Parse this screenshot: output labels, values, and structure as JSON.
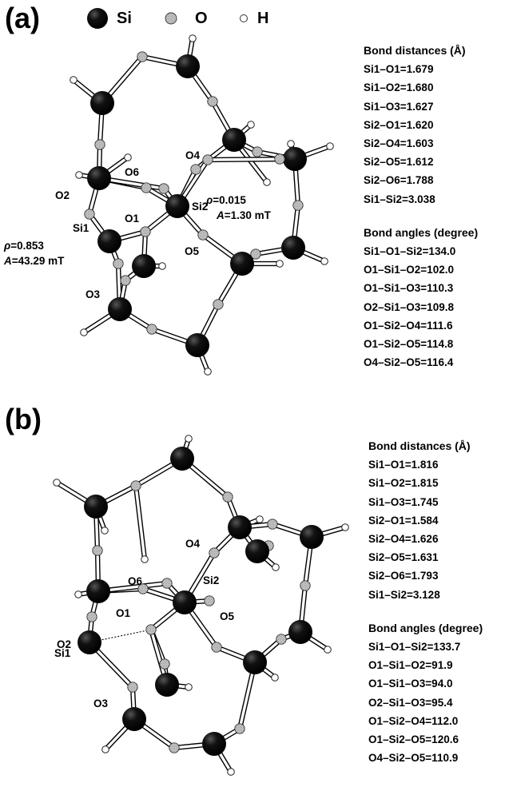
{
  "panel_a": {
    "label": "(a)",
    "legend": [
      {
        "symbol": "Si",
        "icon": "si-atom-icon"
      },
      {
        "symbol": "O",
        "icon": "o-atom-icon"
      },
      {
        "symbol": "H",
        "icon": "h-atom-icon"
      }
    ],
    "atom_labels": {
      "si1": "Si1",
      "si2": "Si2",
      "o1": "O1",
      "o2": "O2",
      "o3": "O3",
      "o4": "O4",
      "o5": "O5",
      "o6": "O6"
    },
    "spin_si1": {
      "rho_sym": "ρ",
      "rho_val": "=0.853",
      "a_sym": "A",
      "a_val": "=43.29 mT"
    },
    "spin_si2": {
      "rho_sym": "ρ",
      "rho_val": "=0.015",
      "a_sym": "A",
      "a_val": "=1.30 mT"
    },
    "bond_distances_title": "Bond distances (Å)",
    "bond_distances": [
      "Si1–O1=1.679",
      "Si1–O2=1.680",
      "Si1–O3=1.627",
      "Si2–O1=1.620",
      "Si2–O4=1.603",
      "Si2–O5=1.612",
      "Si2–O6=1.788",
      "Si1–Si2=3.038"
    ],
    "bond_angles_title": "Bond angles (degree)",
    "bond_angles": [
      "Si1–O1–Si2=134.0",
      "O1–Si1–O2=102.0",
      "O1–Si1–O3=110.3",
      "O2–Si1–O3=109.8",
      "O1–Si2–O4=111.6",
      "O1–Si2–O5=114.8",
      "O4–Si2–O5=116.4"
    ]
  },
  "panel_b": {
    "label": "(b)",
    "atom_labels": {
      "si1": "Si1",
      "si2": "Si2",
      "o1": "O1",
      "o2": "O2",
      "o3": "O3",
      "o4": "O4",
      "o5": "O5",
      "o6": "O6"
    },
    "bond_distances_title": "Bond distances (Å)",
    "bond_distances": [
      "Si1–O1=1.816",
      "Si1–O2=1.815",
      "Si1–O3=1.745",
      "Si2–O1=1.584",
      "Si2–O4=1.626",
      "Si2–O5=1.631",
      "Si2–O6=1.793",
      "Si1–Si2=3.128"
    ],
    "bond_angles_title": "Bond angles (degree)",
    "bond_angles": [
      "Si1–O1–Si2=133.7",
      "O1–Si1–O2=91.9",
      "O1–Si1–O3=94.0",
      "O2–Si1–O3=95.4",
      "O1–Si2–O4=112.0",
      "O1–Si2–O5=120.6",
      "O4–Si2–O5=110.9"
    ]
  }
}
